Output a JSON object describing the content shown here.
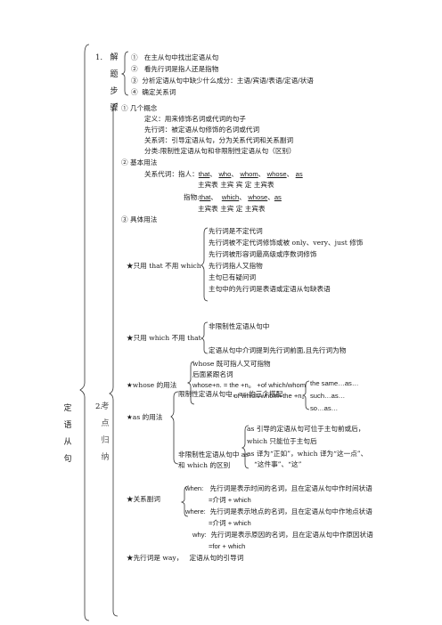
{
  "root": {
    "chars": [
      "定",
      "语",
      "从",
      "句"
    ]
  },
  "sec1": {
    "num": "1.",
    "title_chars": [
      "解",
      "题",
      "步",
      "骤"
    ],
    "steps": [
      {
        "n": "①",
        "text": "在主从句中找出定语从句"
      },
      {
        "n": "②",
        "text": "看先行词是指人还是指物"
      },
      {
        "n": "③",
        "text": "分析定语从句中缺少什么成分：主语/宾语/表语/定语/状语"
      },
      {
        "n": "④",
        "text": "确定关系词"
      }
    ]
  },
  "sec2": {
    "num": "2.",
    "title_chars": [
      "考",
      "点",
      "归",
      "纳"
    ],
    "p1": {
      "head": "①  几个概念",
      "lines": [
        "定义：用来修饰名词或代词的句子",
        "先行词：被定语从句修饰的名词或代词",
        "关系词：引导定语从句，分为关系代词和关系副词",
        "分类:限制性定语从句和非限制性定语从句（区别）"
      ]
    },
    "p2": {
      "head": "②  基本用法",
      "row1_label": "关系代词：指人：",
      "row1_words": [
        "that",
        "who",
        "whom",
        "whose",
        "as"
      ],
      "row1_roles": "主宾表    主宾         宾            定         主宾表",
      "row2_label": "指物:",
      "row2_words": [
        "that",
        "which",
        "whose",
        "as"
      ],
      "row2_roles": "主宾表      主宾         定      主宾表"
    },
    "p3": {
      "head": "③  具体用法",
      "that_only": {
        "label": "★只用 that 不用 which",
        "items": [
          "先行词是不定代词",
          "先行词被不定代词修饰或被 only、very、just 修饰",
          "先行词被形容词最高级或序数词修饰",
          "先行词指人又指物",
          "主句已有疑问词",
          "主句中的先行词是表语或定语从句缺表语"
        ]
      },
      "which_only": {
        "label": "★只用 which 不用 that",
        "items": [
          "非限制性定语从句中",
          "定语从句中介词提到先行词前面,且先行词为物"
        ]
      },
      "whose": {
        "label": "★whose 的用法",
        "items": [
          "whose 既可指人又可指物",
          "后面紧跟名词",
          "whose+n. = the +n。 +of which/whom",
          "= of which/whom+the +n。"
        ]
      },
      "as": {
        "label": "★as 的用法",
        "restrictive_label": "限制性定语从句中，as 的三个搭配",
        "collocations": [
          "the same…as…",
          "such…as…",
          "so…as…"
        ],
        "nonrestrictive_label": "非限制性定语从句中 as 和 which 的区别",
        "notes": [
          "as 引导的定语从句可位于主句前或后，",
          "which 只能位于主句后",
          "as 译为“正如”，which 译为“这一点”、",
          "“这件事”、“这”"
        ]
      },
      "rel_adv": {
        "label": "★关系副词",
        "items": [
          {
            "word": "when:",
            "text": "先行词是表示时间的名词，且在定语从句中作时间状语",
            "eq": "=介词  + which"
          },
          {
            "word": "where:",
            "text": "先行词是表示地点的名词，且在定语从句中作地点状语",
            "eq": "=介词  + which"
          },
          {
            "word": "why:",
            "text": "先行词是表示原因的名词，且在定语从句中作原因状语",
            "eq": "=for + which"
          }
        ]
      },
      "way": {
        "label": "★先行词是 way，",
        "text": "定语从句的引导词"
      }
    }
  }
}
